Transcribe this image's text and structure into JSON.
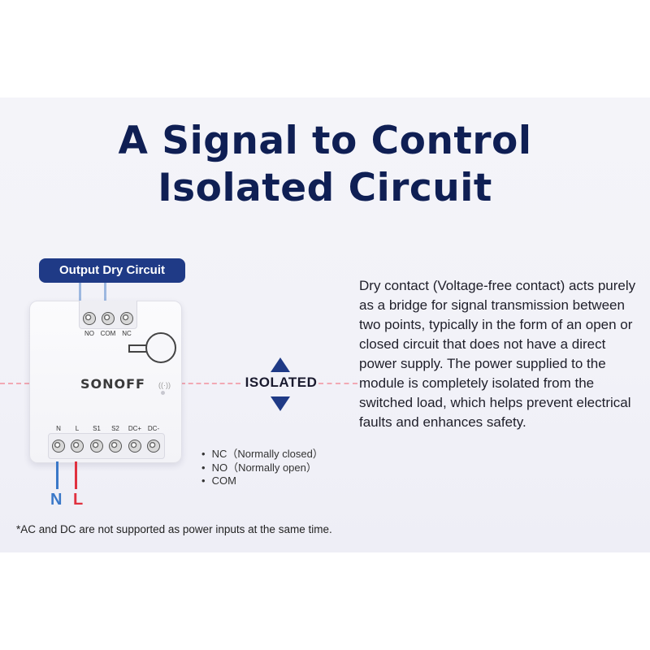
{
  "title": {
    "line1": "A Signal to Control",
    "line2": "Isolated Circuit"
  },
  "output_label": "Output Dry Circuit",
  "device": {
    "brand": "SONOFF",
    "top_terminals": [
      "NO",
      "COM",
      "NC"
    ],
    "bottom_terminals": [
      "N",
      "L",
      "S1",
      "S2",
      "DC+",
      "DC-"
    ]
  },
  "inputs": {
    "n": "N",
    "l": "L"
  },
  "isolated_label": "ISOLATED",
  "legend": [
    "NC（Normally closed）",
    "NO（Normally open）",
    "COM"
  ],
  "description": "Dry contact (Voltage-free contact) acts purely as a bridge for signal transmission between two points, typically in the form of an open or closed circuit that does not have a direct power supply. The power supplied to the module is completely isolated from the switched load, which helps prevent electrical faults and enhances safety.",
  "footnote": "*AC and DC are not supported as power inputs at the same time.",
  "colors": {
    "title": "#0f1f54",
    "pill": "#1f3a86",
    "arrow": "#1f3a86",
    "wire_n": "#3a78c8",
    "wire_l": "#e0313f",
    "output_wires": "#9db8e0",
    "dashed_line": "#f2a9b4"
  }
}
